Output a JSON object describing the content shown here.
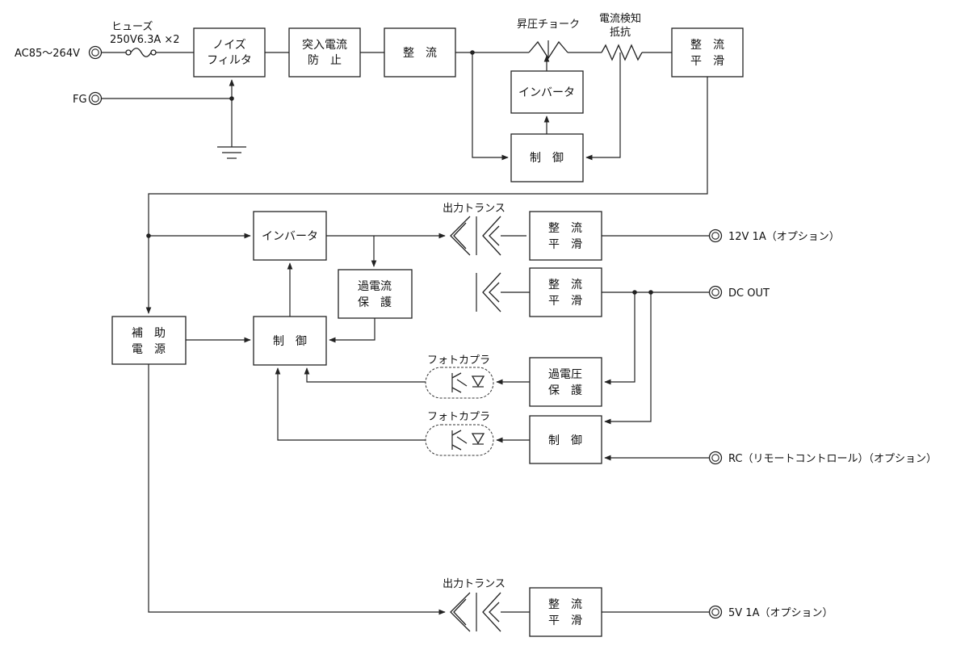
{
  "terminals": {
    "ac_input": "AC85～264V",
    "fg": "FG",
    "out_12v": "12V 1A（オプション）",
    "dc_out": "DC OUT",
    "rc": "RC（リモートコントロール）（オプション）",
    "out_5v": "5V 1A（オプション）"
  },
  "fuse": {
    "name": "ヒューズ",
    "rating": "250V6.3A ×2"
  },
  "blocks": {
    "noise_filter": [
      "ノイズ",
      "フィルタ"
    ],
    "inrush": [
      "突入電流",
      "防　止"
    ],
    "rectifier1": [
      "整　流"
    ],
    "inverter1": [
      "インバータ"
    ],
    "control1": [
      "制　御"
    ],
    "smooth1": [
      "整　流",
      "平　滑"
    ],
    "aux_power": [
      "補　助",
      "電　源"
    ],
    "inverter2": [
      "インバータ"
    ],
    "overcurrent": [
      "過電流",
      "保　護"
    ],
    "control2": [
      "制　御"
    ],
    "smooth_12v": [
      "整　流",
      "平　滑"
    ],
    "smooth_dc": [
      "整　流",
      "平　滑"
    ],
    "overvoltage": [
      "過電圧",
      "保　護"
    ],
    "control3": [
      "制　御"
    ],
    "smooth_5v": [
      "整　流",
      "平　滑"
    ]
  },
  "labels": {
    "boost_choke": "昇圧チョーク",
    "current_sense": [
      "電流検知",
      "抵抗"
    ],
    "out_transformer_top": "出力トランス",
    "out_transformer_bottom": "出力トランス",
    "photocoupler1": "フォトカプラ",
    "photocoupler2": "フォトカプラ"
  }
}
